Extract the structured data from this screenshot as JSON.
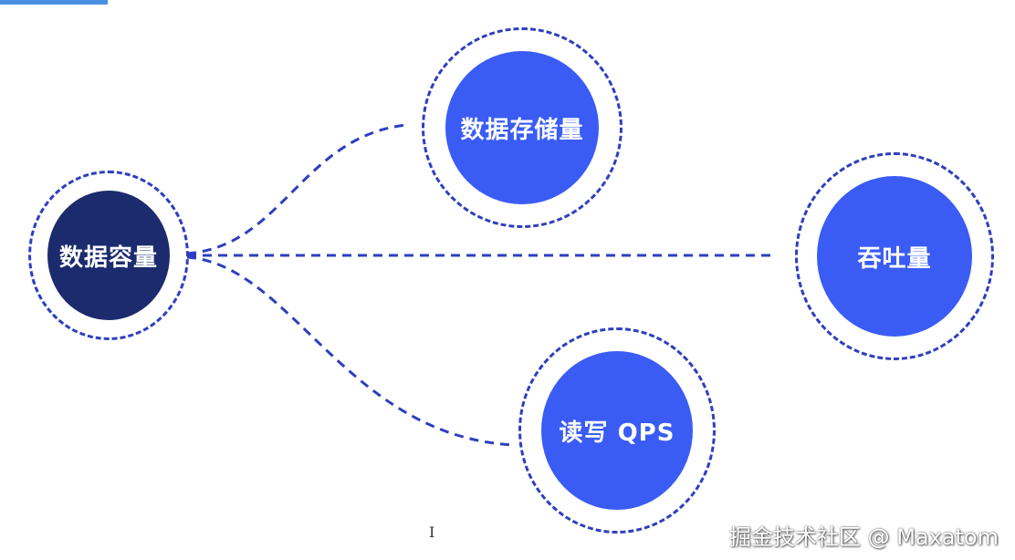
{
  "nodes": {
    "center": {
      "label": "数据容量"
    },
    "storage": {
      "label": "数据存储量"
    },
    "throughput": {
      "label": "吞吐量"
    },
    "qps": {
      "label": "读写 QPS"
    }
  },
  "watermark": {
    "text": "掘金技术社区 @ Maxatom"
  },
  "cursor": {
    "glyph": "I"
  },
  "colors": {
    "primary_node": "#1c2b6e",
    "secondary_node": "#3a5cf5",
    "dashed_line": "#2d3fbf",
    "top_tab": "#4a90e2"
  }
}
